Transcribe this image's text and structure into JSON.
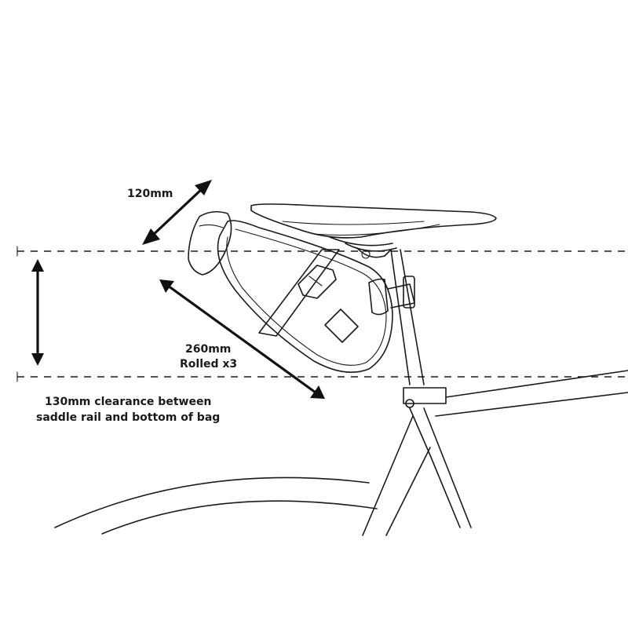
{
  "labels": {
    "height": "120mm",
    "length_line1": "260mm",
    "length_line2": "Rolled x3",
    "clearance_line1": "130mm clearance between",
    "clearance_line2": "saddle rail and bottom of bag"
  },
  "colors": {
    "ink": "#1a1a1a",
    "background": "#ffffff"
  }
}
